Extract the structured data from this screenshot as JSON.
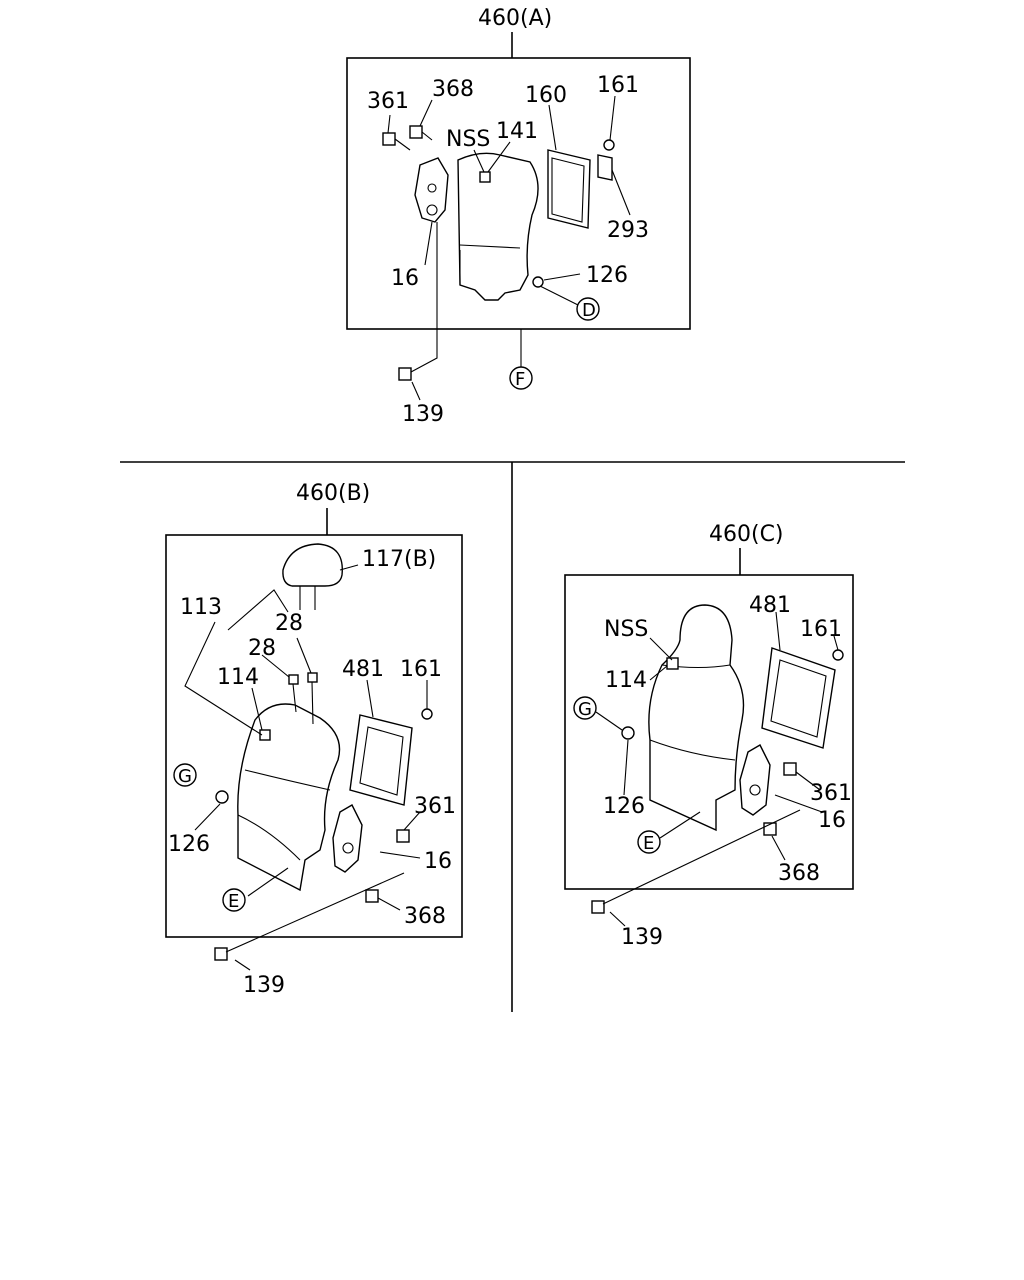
{
  "panel_a": {
    "title": "460(A)",
    "callouts": {
      "c361": "361",
      "c368": "368",
      "cnss": "NSS",
      "c141": "141",
      "c160": "160",
      "c161": "161",
      "c293": "293",
      "c16": "16",
      "c126": "126",
      "c139": "139",
      "refD": "D",
      "refF": "F"
    }
  },
  "panel_b": {
    "title": "460(B)",
    "callouts": {
      "c117": "117(B)",
      "c113": "113",
      "c28a": "28",
      "c28b": "28",
      "c114": "114",
      "c481": "481",
      "c161": "161",
      "c361": "361",
      "c16": "16",
      "c126": "126",
      "c368": "368",
      "c139": "139",
      "refG": "G",
      "refE": "E"
    }
  },
  "panel_c": {
    "title": "460(C)",
    "callouts": {
      "c481": "481",
      "cnss": "NSS",
      "c161": "161",
      "c114": "114",
      "c361": "361",
      "c16": "16",
      "c126": "126",
      "c368": "368",
      "c139": "139",
      "refG": "G",
      "refE": "E"
    }
  }
}
